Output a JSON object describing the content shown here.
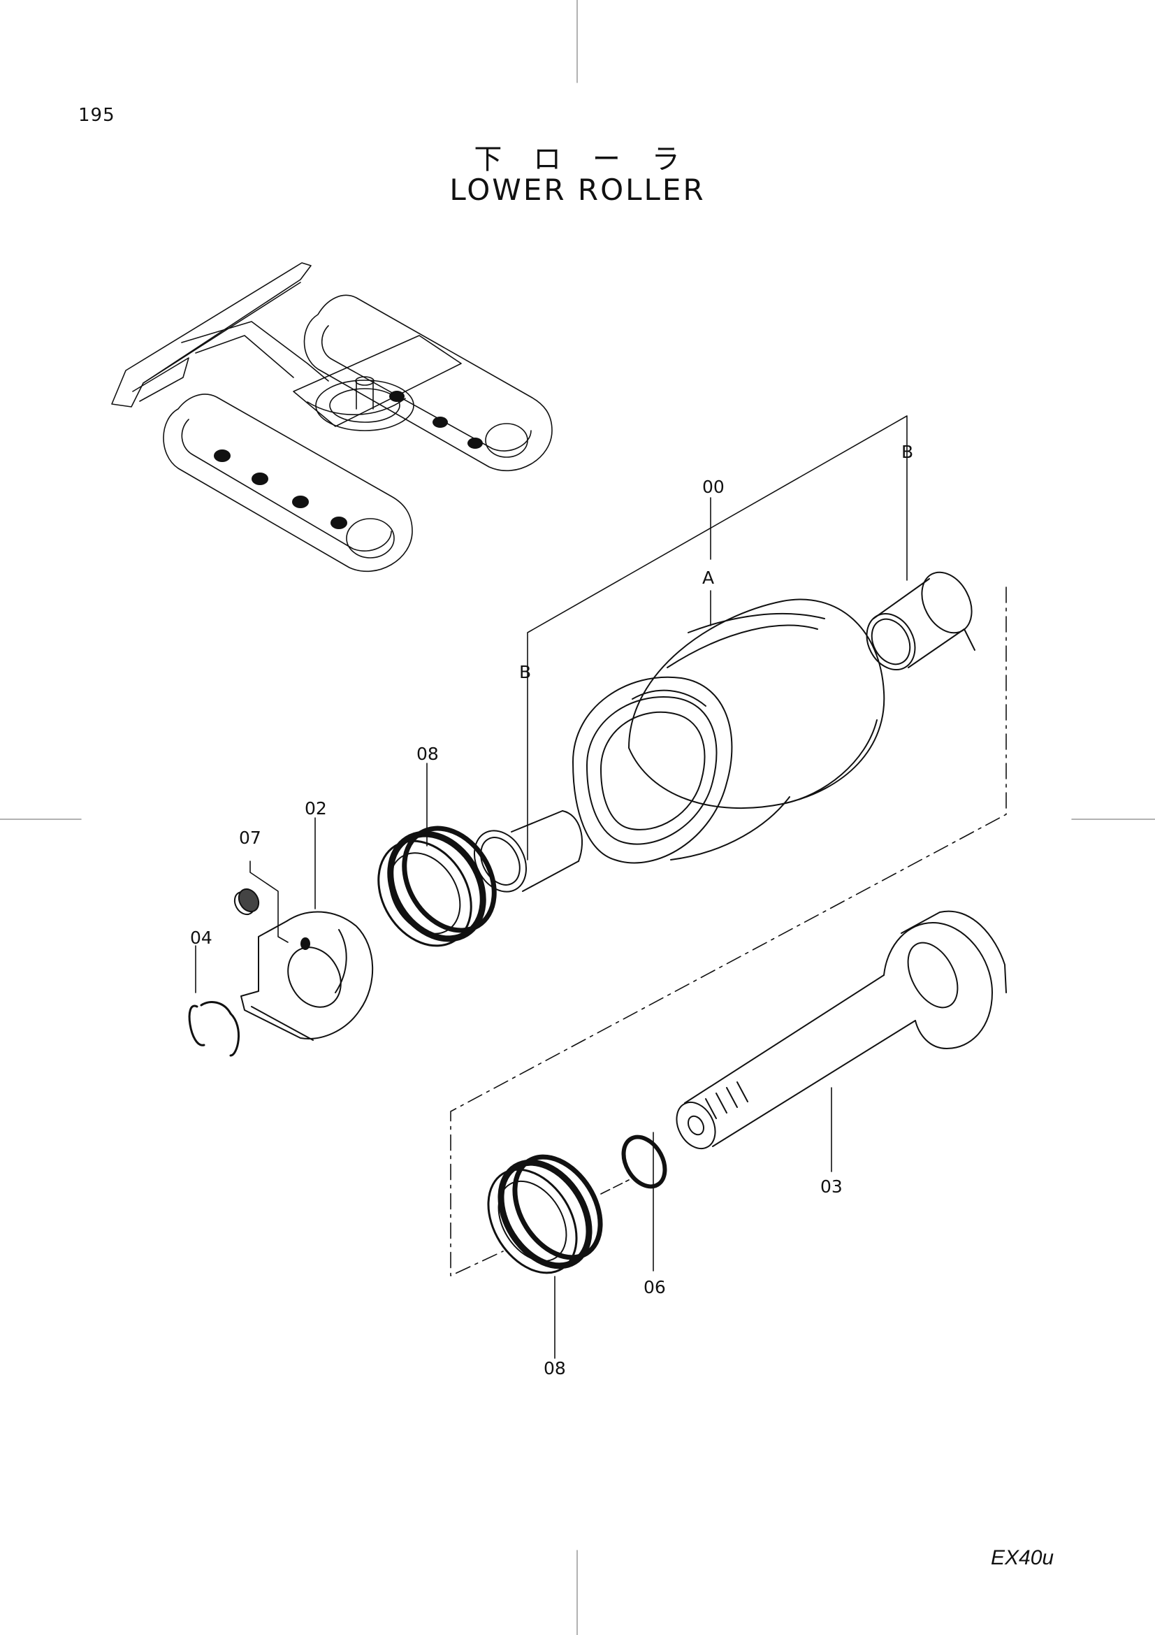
{
  "page_number": "195",
  "title_jp": "下 ロ ー ラ",
  "title_en": "LOWER ROLLER",
  "model": "EX40u",
  "callouts": {
    "c00": "00",
    "cA": "A",
    "cB_top": "B",
    "cB_mid": "B",
    "c08_top": "08",
    "c02": "02",
    "c07": "07",
    "c04": "04",
    "c03": "03",
    "c06": "06",
    "c08_bottom": "08"
  }
}
